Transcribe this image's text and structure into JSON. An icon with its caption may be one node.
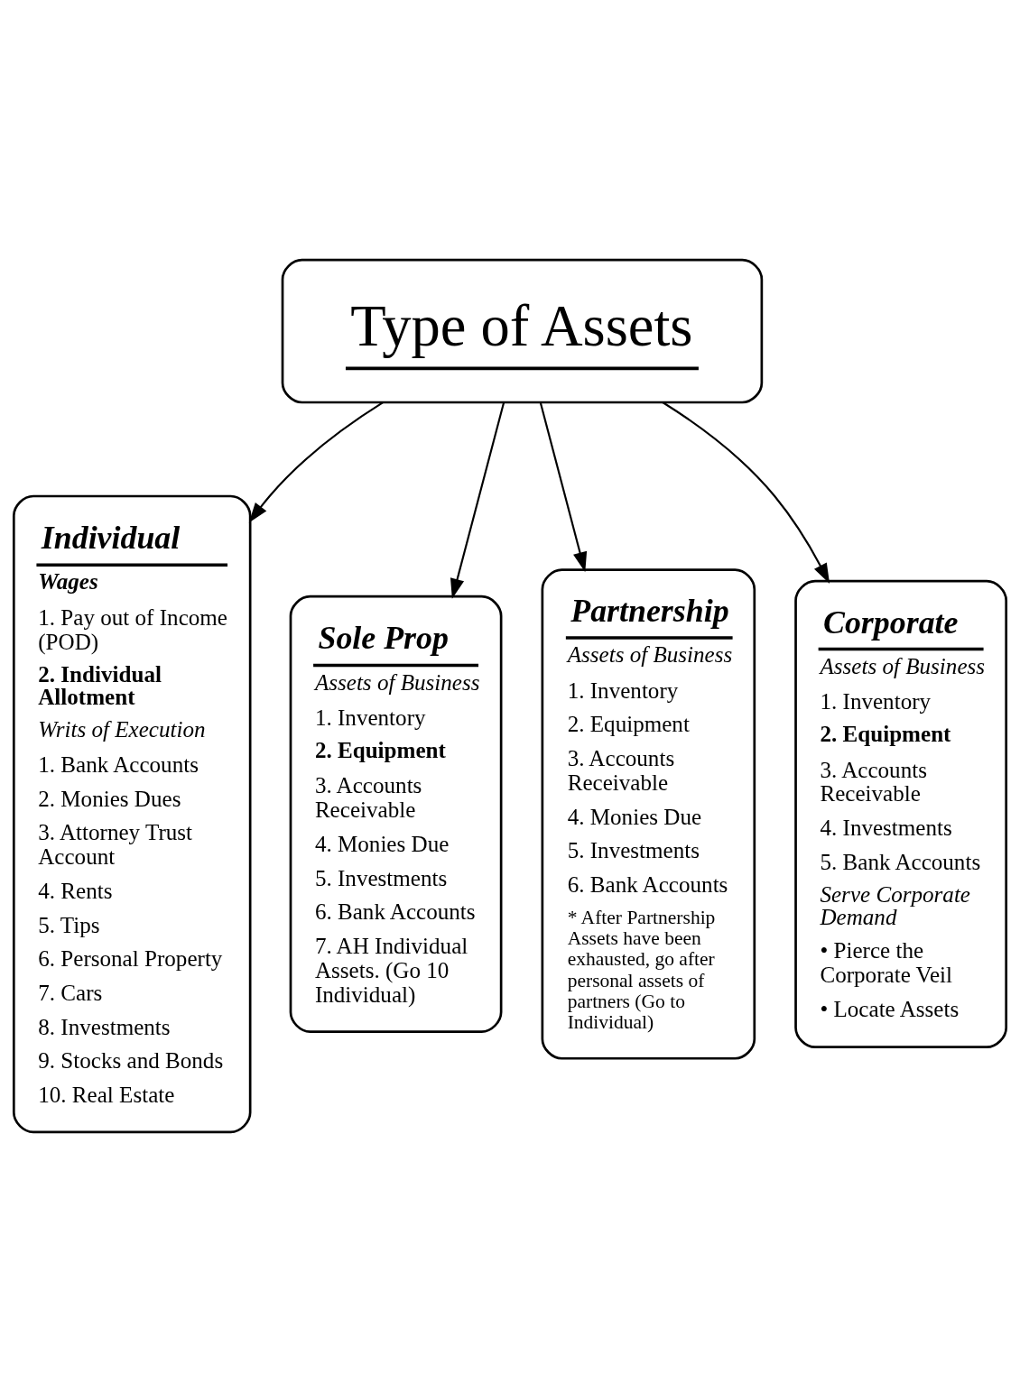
{
  "diagram": {
    "nodes": [
      {
        "text": [
          "Type of Assets"
        ]
      },
      {
        "text": [
          "Individual",
          "Wages",
          "1. Pay out of Income (POD)",
          "2. Individual Allotment",
          "Writs of Execution",
          "1. Bank Accounts",
          "2. Monies Dues",
          "3. Attorney Trust Account",
          "4. Rents",
          "5. Tips",
          "6. Personal Property",
          "7. Cars",
          "8. Investments",
          "9. Stocks and Bonds",
          "10. Real Estate"
        ]
      },
      {
        "text": [
          "Sole Prop",
          "Assets of Business",
          "1. Inventory",
          "2. Equipment",
          "3. Accounts Receivable",
          "4. Monies Due",
          "5. Investments",
          "6. Bank Accounts",
          "7. AH Individual Assets. (Go 10 Individual)"
        ]
      },
      {
        "text": [
          "Partnership",
          "Assets of Business",
          "1. Inventory",
          "2. Equipment",
          "3. Accounts Receivable",
          "4. Monies Due",
          "5. Investments",
          "6. Bank Accounts",
          "* After Partnership Assets have been exhausted, go after personal assets of partners (Go to Individual)"
        ]
      },
      {
        "text": [
          "Corporate",
          "Assets of Business",
          "1. Inventory",
          "2. Equipment",
          "3. Accounts Receivable",
          "4. Investments",
          "5. Bank Accounts",
          "Serve Corporate Demand",
          "• Pierce the Corporate Veil",
          "• Locate Assets"
        ]
      }
    ],
    "edges": [
      {
        "from": 0,
        "to": 1,
        "arrow": "to"
      },
      {
        "from": 0,
        "to": 2,
        "arrow": "to"
      },
      {
        "from": 0,
        "to": 3,
        "arrow": "to"
      },
      {
        "from": 0,
        "to": 4,
        "arrow": "to"
      }
    ]
  }
}
